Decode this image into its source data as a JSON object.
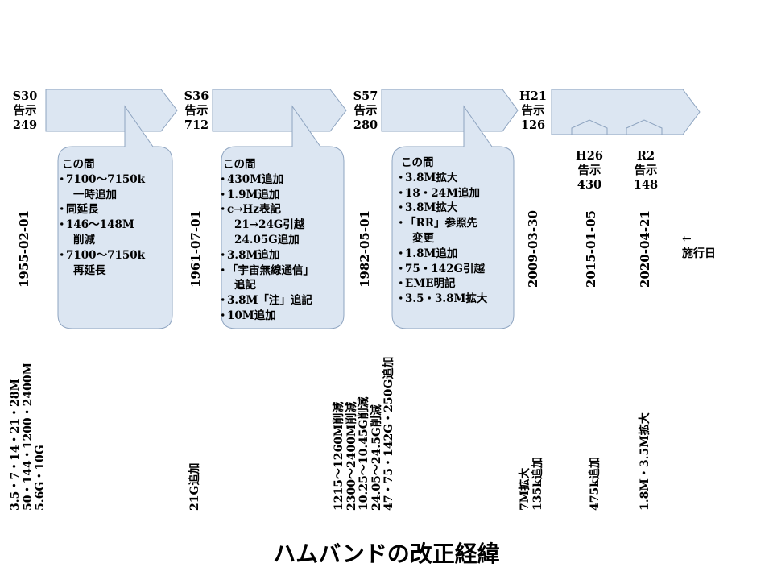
{
  "title": "ハムバンドの改正経緯",
  "notices": [
    {
      "era": "S30",
      "label": "告示",
      "number": "249"
    },
    {
      "era": "S36",
      "label": "告示",
      "number": "712"
    },
    {
      "era": "S57",
      "label": "告示",
      "number": "280"
    },
    {
      "era": "H21",
      "label": "告示",
      "number": "126"
    },
    {
      "era": "H26",
      "label": "告示",
      "number": "430"
    },
    {
      "era": "R2",
      "label": "告示",
      "number": "148"
    }
  ],
  "dates": [
    "1955-02-01",
    "1961-07-01",
    "1982-05-01",
    "2009-03-30",
    "2015-01-05",
    "2020-04-21"
  ],
  "effective_note": {
    "arrow": "←",
    "label": "施行日"
  },
  "callouts": [
    {
      "heading": "この間",
      "items": [
        "7100～7150k",
        "一時追加",
        "同延長",
        "146～148M",
        "削減",
        "7100～7150k",
        "再延長"
      ],
      "indent": [
        false,
        true,
        false,
        false,
        true,
        false,
        true
      ]
    },
    {
      "heading": "この間",
      "items": [
        "430M追加",
        "1.9M追加",
        "c→Hz表記",
        "21→24G引越",
        "24.05G追加",
        "3.8M追加",
        "「宇宙無線通信」",
        "追記",
        "3.8M「注」追記",
        "10M追加"
      ],
      "indent": [
        false,
        false,
        false,
        true,
        true,
        false,
        false,
        true,
        false,
        false
      ]
    },
    {
      "heading": "この間",
      "items": [
        "3.8M拡大",
        "18・24M追加",
        "3.8M拡大",
        "「RR」参照先",
        "変更",
        "1.8M追加",
        "75・142G引越",
        "EME明記",
        "3.5・3.8M拡大"
      ],
      "indent": [
        false,
        false,
        false,
        false,
        true,
        false,
        false,
        false,
        false
      ]
    }
  ],
  "band_changes": [
    [
      "3.5・7・14・21・28M",
      "50・144・1200・2400M",
      "5.6G・10G"
    ],
    [
      "21G追加"
    ],
    [
      "1215～1260M削減",
      "2300～2400M削減",
      "10.25～10.45G削減",
      "24.05～24.5G削減",
      "47・75・142G・250G追加"
    ],
    [
      "7M拡大",
      "135k追加"
    ],
    [
      "475k追加"
    ],
    [
      "1.8M・3.5M拡大"
    ]
  ]
}
